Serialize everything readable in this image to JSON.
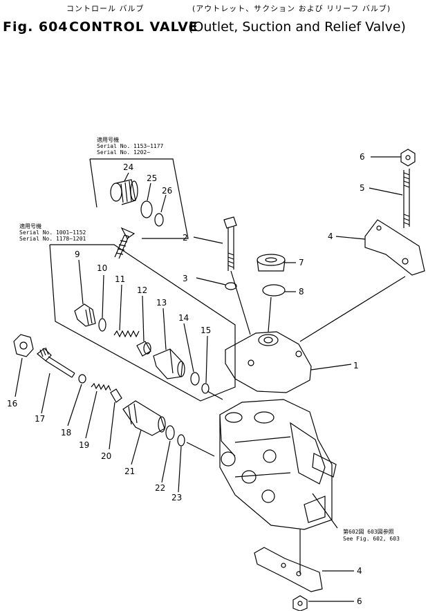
{
  "header": {
    "jp_title": "コントロール バルブ",
    "jp_subtitle": "(アウトレット、サクション および リリーフ バルブ)",
    "fig_label": "Fig. 604",
    "title": "CONTROL VALVE",
    "subtitle": "(Outlet, Suction and Relief Valve)"
  },
  "notes": {
    "upper_jp": "適用号機",
    "upper_serial_1": "Serial No. 1153~1177",
    "upper_serial_2": "Serial No. 1202~",
    "lower_jp": "適用号機",
    "lower_serial_1": "Serial No. 1001~1152",
    "lower_serial_2": "Serial No. 1178~1201",
    "see_jp": "第602図 603図参照",
    "see_en": "See Fig. 602, 603"
  },
  "part_numbers": {
    "p1": "1",
    "p2": "2",
    "p3": "3",
    "p4": "4",
    "p4b": "4",
    "p5": "5",
    "p6": "6",
    "p6b": "6",
    "p7": "7",
    "p8": "8",
    "p9": "9",
    "p10": "10",
    "p11": "11",
    "p12": "12",
    "p13": "13",
    "p14": "14",
    "p15": "15",
    "p16": "16",
    "p17": "17",
    "p18": "18",
    "p19": "19",
    "p20": "20",
    "p21": "21",
    "p22": "22",
    "p23": "23",
    "p24": "24",
    "p25": "25",
    "p26": "26"
  }
}
